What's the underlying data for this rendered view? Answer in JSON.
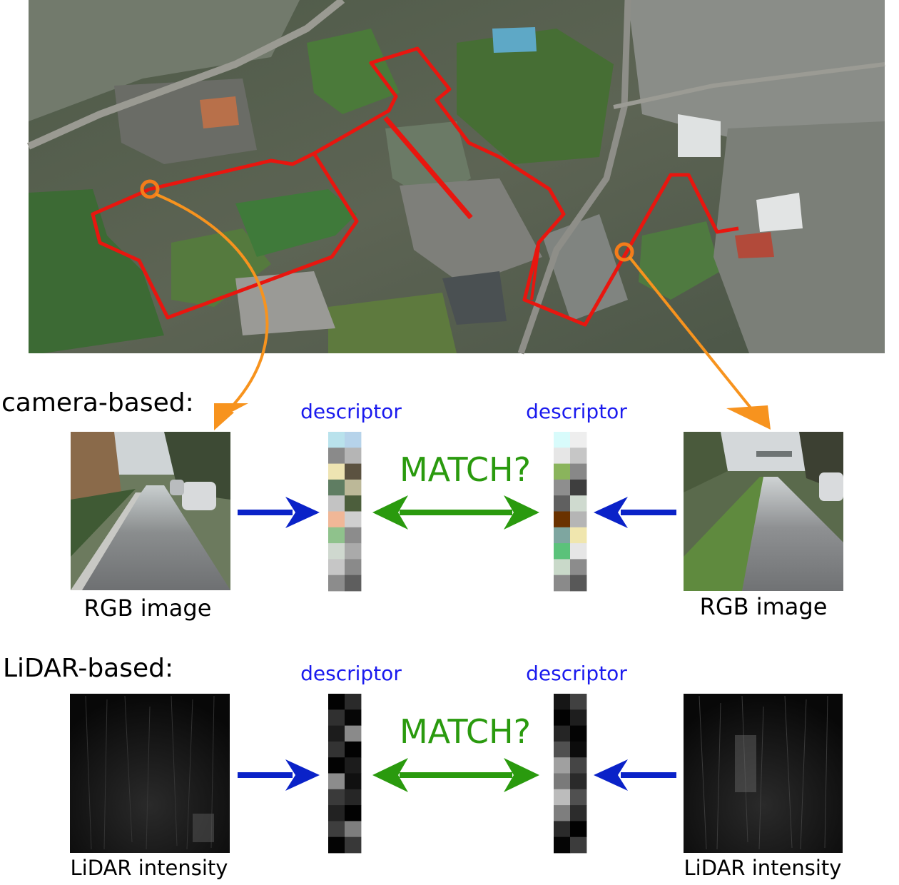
{
  "sections": {
    "camera_label": "camera-based:",
    "lidar_label": "LiDAR-based:"
  },
  "labels": {
    "descriptor": "descriptor",
    "match": "MATCH?",
    "rgb_image": "RGB image",
    "lidar_intensity": "LiDAR intensity"
  },
  "colors": {
    "route": "#e8160f",
    "location_marker": "#f57c1a",
    "callout_arrow": "#f7931e",
    "feature_arrow": "#0a22c8",
    "match_arrow": "#2a9a0e",
    "descriptor_text": "#1a1aee",
    "match_text": "#2a9a0e"
  },
  "descriptors": {
    "camera_left": [
      [
        "#b9e2ec",
        "#b6d3ea"
      ],
      [
        "#8a8a8a",
        "#b5b5b5"
      ],
      [
        "#eee4b2",
        "#5b5240"
      ],
      [
        "#5f7d62",
        "#bcb898"
      ],
      [
        "#c3c3c3",
        "#4c5e3c"
      ],
      [
        "#f0b797",
        "#cfcfcf"
      ],
      [
        "#8fc28c",
        "#8c8c8c"
      ],
      [
        "#cfd8cf",
        "#aaaaaa"
      ],
      [
        "#c6c6c6",
        "#8a8a8a"
      ],
      [
        "#8c8c8c",
        "#5e5e5e"
      ]
    ],
    "camera_right": [
      [
        "#d8fbfb",
        "#eeeeee"
      ],
      [
        "#e6e6e6",
        "#c6c6c6"
      ],
      [
        "#8ab45c",
        "#888888"
      ],
      [
        "#8e8e8e",
        "#3e3e3e"
      ],
      [
        "#606060",
        "#cfdacf"
      ],
      [
        "#6a3200",
        "#b5b5b5"
      ],
      [
        "#7ea6a0",
        "#f0e6ae"
      ],
      [
        "#5bc27a",
        "#e6e6e6"
      ],
      [
        "#c9d9c9",
        "#8c8c8c"
      ],
      [
        "#8a8a8a",
        "#585858"
      ]
    ],
    "lidar_left": [
      [
        "#020202",
        "#2a2a2a"
      ],
      [
        "#303030",
        "#060606"
      ],
      [
        "#1c1c1c",
        "#8a8a8a"
      ],
      [
        "#333333",
        "#020202"
      ],
      [
        "#030303",
        "#1c1c1c"
      ],
      [
        "#8c8c8c",
        "#101010"
      ],
      [
        "#3a3a3a",
        "#262626"
      ],
      [
        "#222222",
        "#020202"
      ],
      [
        "#3e3e3e",
        "#7e7e7e"
      ],
      [
        "#040404",
        "#383838"
      ]
    ],
    "lidar_right": [
      [
        "#161616",
        "#414141"
      ],
      [
        "#020202",
        "#1e1e1e"
      ],
      [
        "#252525",
        "#040404"
      ],
      [
        "#505050",
        "#0c0c0c"
      ],
      [
        "#a0a0a0",
        "#454545"
      ],
      [
        "#7a7a7a",
        "#2a2a2a"
      ],
      [
        "#bcbcbc",
        "#505050"
      ],
      [
        "#7e7e7e",
        "#2c2c2c"
      ],
      [
        "#2a2a2a",
        "#020202"
      ],
      [
        "#050505",
        "#3c3c3c"
      ]
    ]
  }
}
